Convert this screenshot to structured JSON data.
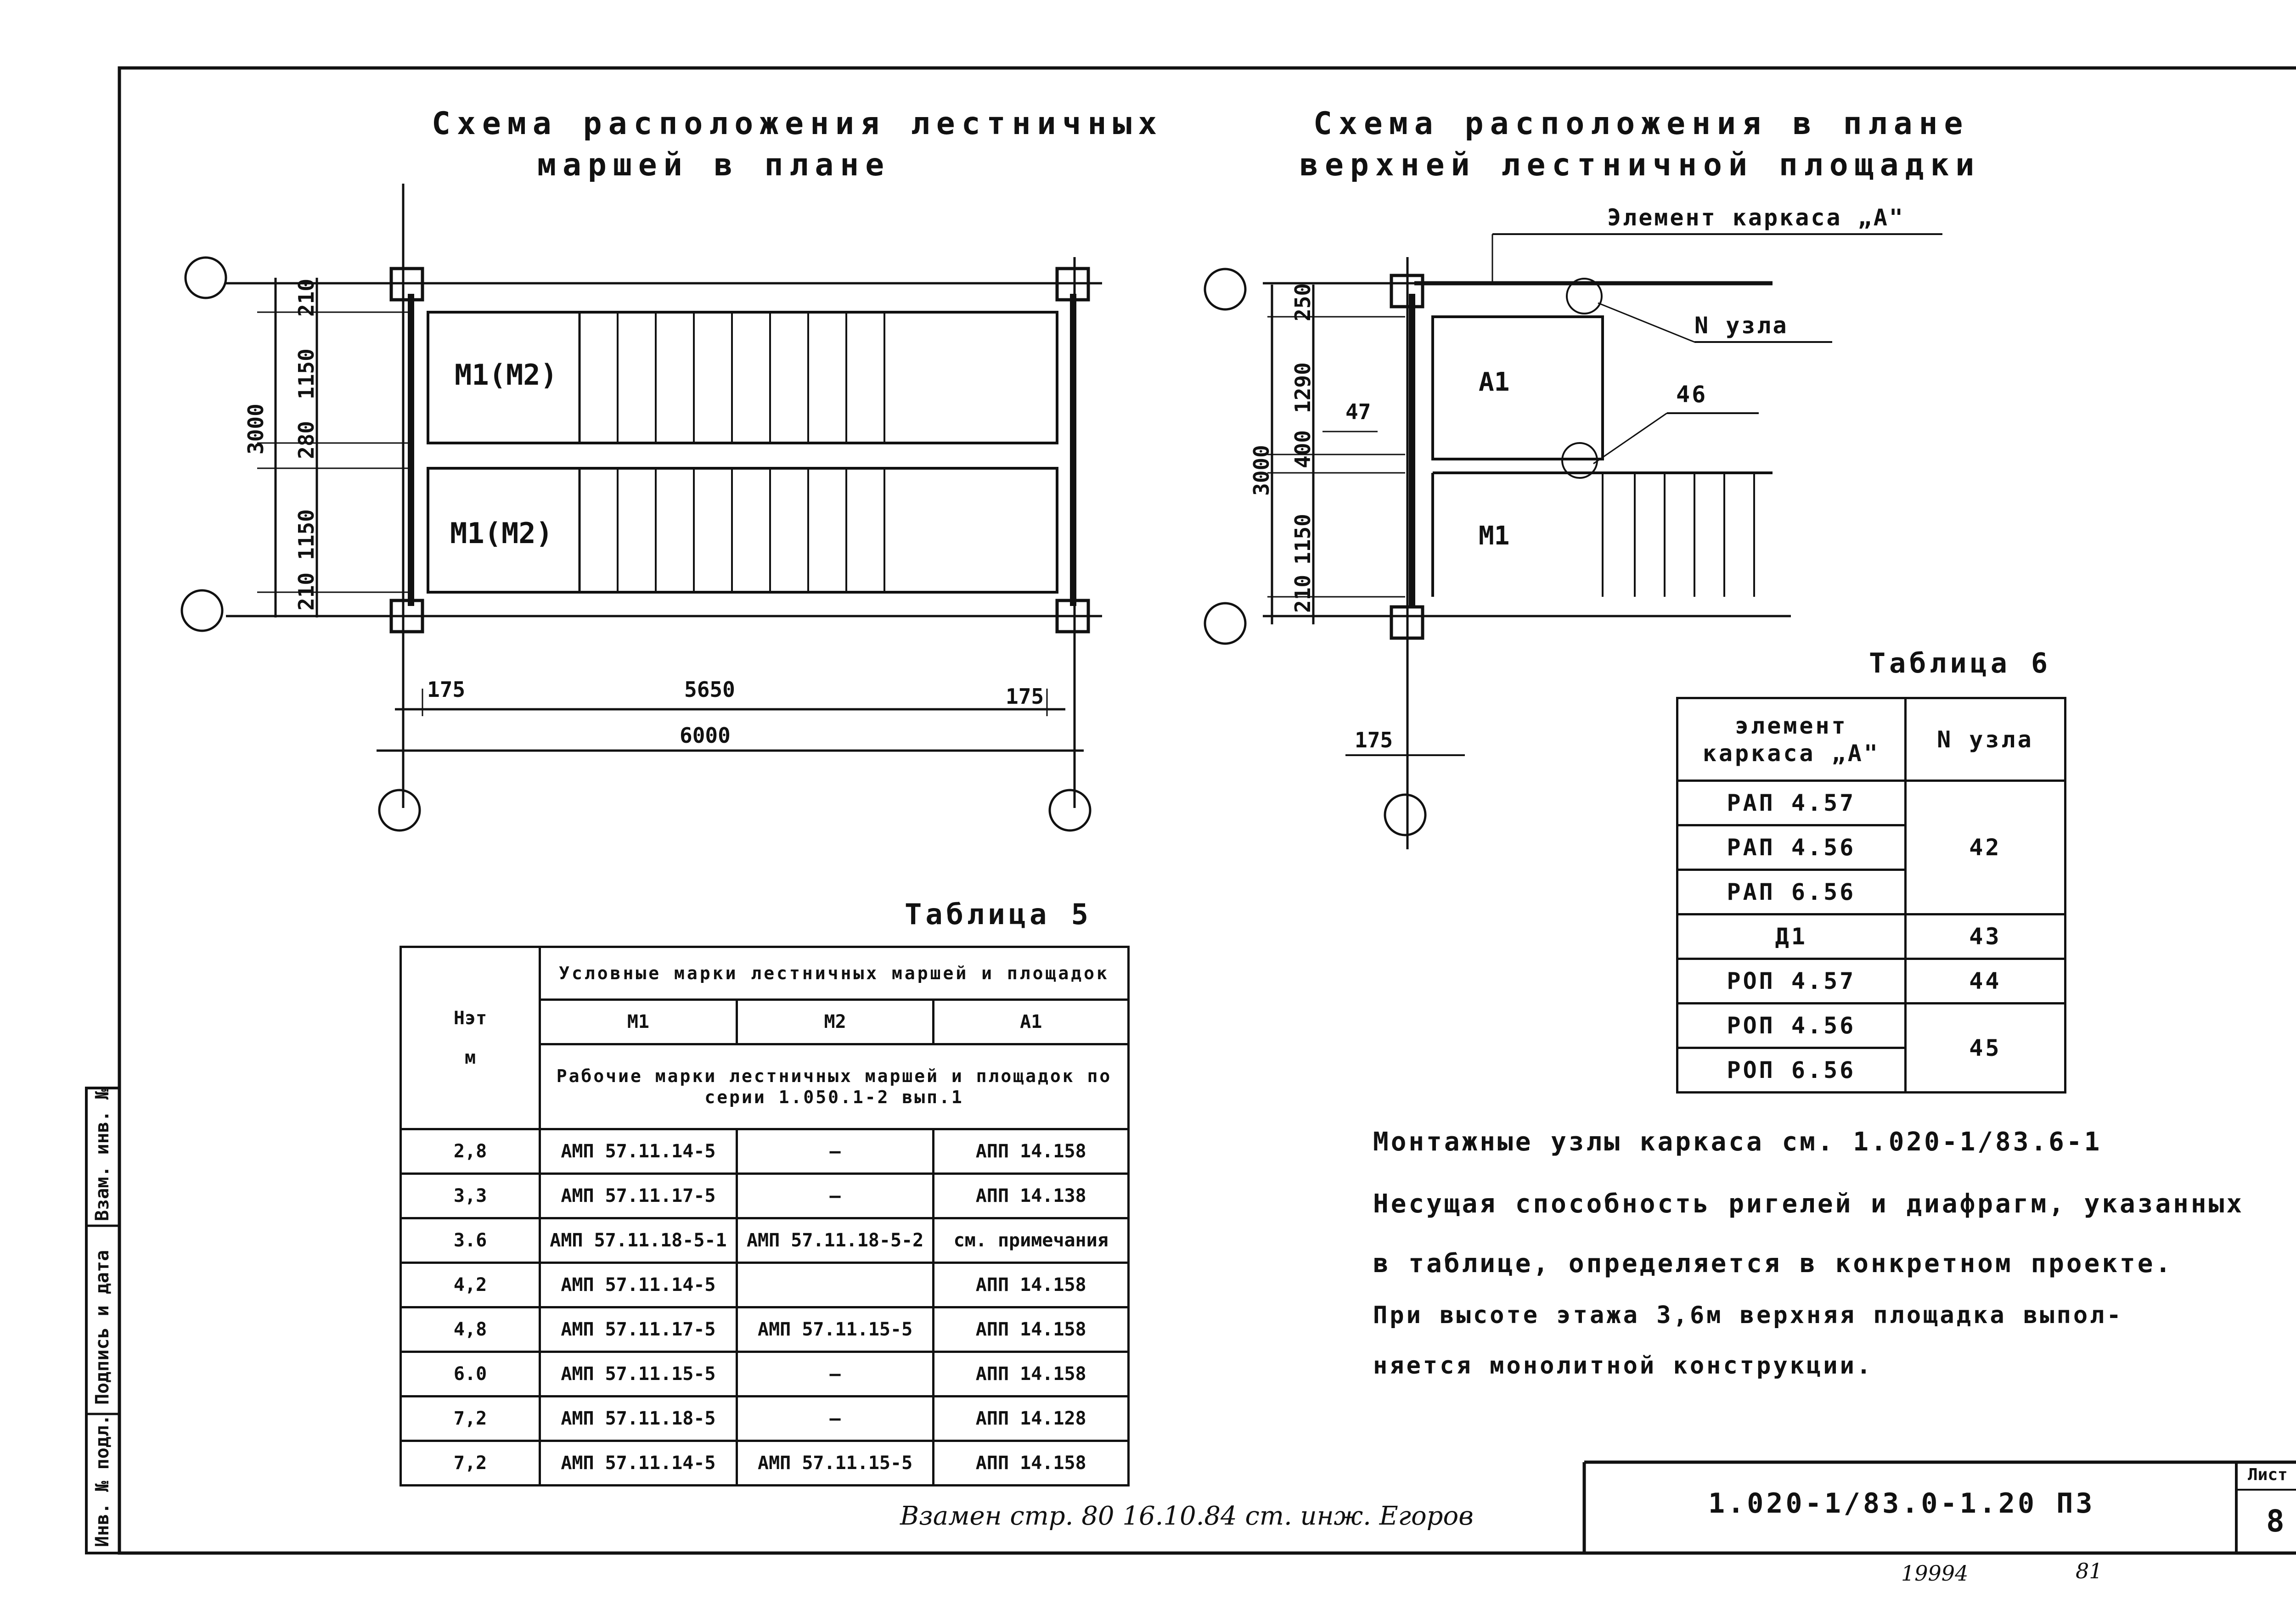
{
  "left_scheme": {
    "title_line1": "Схема расположения лестничных",
    "title_line2": "маршей в плане",
    "march_top": "М1(М2)",
    "march_bottom": "М1(М2)",
    "dims_vertical": [
      "3000",
      "210",
      "1150",
      "280",
      "1150",
      "210"
    ],
    "dims_horizontal": [
      "175",
      "5650",
      "175",
      "6000"
    ]
  },
  "right_scheme": {
    "title_line1": "Схема расположения в плане",
    "title_line2": "верхней лестничной площадки",
    "element_label": "Элемент каркаса „А\"",
    "node_label": "N узла",
    "node_value": "46",
    "landing_mark": "А1",
    "march_mark": "М1",
    "dim_47": "47",
    "dims_vertical": [
      "3000",
      "250",
      "1290",
      "400",
      "1150",
      "210"
    ],
    "dim_175": "175"
  },
  "table6": {
    "title": "Таблица 6",
    "col1_header": "элемент каркаса „А\"",
    "col2_header": "N узла",
    "rows": [
      [
        "РАП 4.57",
        "42"
      ],
      [
        "РАП 4.56",
        ""
      ],
      [
        "РАП 6.56",
        ""
      ],
      [
        "Д1",
        "43"
      ],
      [
        "РОП 4.57",
        "44"
      ],
      [
        "РОП 4.56",
        "45"
      ],
      [
        "РОП 6.56",
        ""
      ]
    ]
  },
  "table5": {
    "title": "Таблица 5",
    "col_het": "Нэт",
    "col_het_unit": "м",
    "header_conditional": "Условные марки лестничных маршей и площадок",
    "sub_m1": "М1",
    "sub_m2": "М2",
    "sub_a1": "А1",
    "header_working": "Рабочие марки лестничных маршей и площадок по серии 1.050.1-2 вып.1",
    "rows": [
      [
        "2,8",
        "АМП 57.11.14-5",
        "—",
        "АПП 14.158"
      ],
      [
        "3,3",
        "АМП 57.11.17-5",
        "—",
        "АПП 14.138"
      ],
      [
        "3.6",
        "АМП 57.11.18-5-1",
        "АМП 57.11.18-5-2",
        "см. примечания"
      ],
      [
        "4,2",
        "АМП 57.11.14-5",
        "",
        "АПП 14.158"
      ],
      [
        "4,8",
        "АМП 57.11.17-5",
        "АМП 57.11.15-5",
        "АПП 14.158"
      ],
      [
        "6.0",
        "АМП 57.11.15-5",
        "—",
        "АПП 14.158"
      ],
      [
        "7,2",
        "АМП 57.11.18-5",
        "—",
        "АПП 14.128"
      ],
      [
        "7,2",
        "АМП 57.11.14-5",
        "АМП 57.11.15-5",
        "АПП 14.158"
      ]
    ]
  },
  "notes": [
    "Монтажные узлы каркаса см. 1.020-1/83.6-1",
    "Несущая способность ригелей и диафрагм, указанных",
    "в таблице, определяется в конкретном проекте.",
    "При высоте этажа 3,6м верхняя площадка выпол-",
    "няется монолитной конструкции."
  ],
  "handwritten": "Взамен стр. 80   16.10.84 ст. инж. Егоров",
  "stamp": {
    "code": "1.020-1/83.0-1.20 ПЗ",
    "sheet_label": "Лист",
    "sheet_number": "8"
  },
  "bottom_numbers": [
    "19994",
    "81"
  ],
  "side_strip": [
    "Инв. № подл.",
    "Подпись и дата",
    "Взам. инв. №"
  ]
}
